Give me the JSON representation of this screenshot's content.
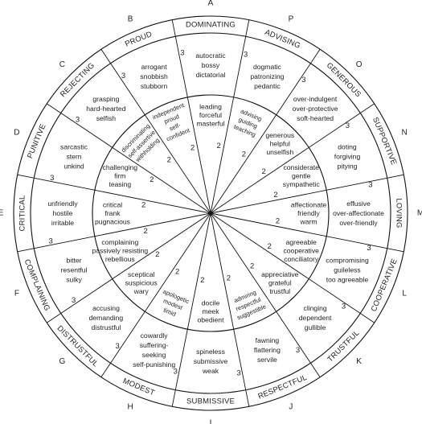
{
  "sectors": [
    {
      "letter": "A",
      "name": "DOMINATING",
      "outer_level": "3",
      "outer": [
        "autocratic",
        "bossy",
        "dictatorial"
      ],
      "inner_level": "2",
      "inner": [
        "leading",
        "forceful",
        "masterful"
      ]
    },
    {
      "letter": "P",
      "name": "ADVISING",
      "outer_level": "3",
      "outer": [
        "dogmatic",
        "patronizing",
        "pedantic"
      ],
      "inner_level": "2",
      "inner": [
        "advising",
        "guiding",
        "teaching"
      ]
    },
    {
      "letter": "O",
      "name": "GENEROUS",
      "outer_level": "3",
      "outer": [
        "over-indulgent",
        "over-protective",
        "soft-hearted"
      ],
      "inner_level": "2",
      "inner": [
        "generous",
        "helpful",
        "unselfish"
      ]
    },
    {
      "letter": "N",
      "name": "SUPPORTIVE",
      "outer_level": "3",
      "outer": [
        "doting",
        "forgiving",
        "pitying"
      ],
      "inner_level": "2",
      "inner": [
        "considerate",
        "gentle",
        "sympathetic"
      ]
    },
    {
      "letter": "M",
      "name": "LOVING",
      "outer_level": "3",
      "outer": [
        "effusive",
        "over-affectionate",
        "over-friendly"
      ],
      "inner_level": "2",
      "inner": [
        "affectionate",
        "friendly",
        "warm"
      ]
    },
    {
      "letter": "L",
      "name": "COOPERATIVE",
      "outer_level": "3",
      "outer": [
        "compromising",
        "guileless",
        "too agreeable"
      ],
      "inner_level": "2",
      "inner": [
        "agreeable",
        "cooperative",
        "conciliatory"
      ]
    },
    {
      "letter": "K",
      "name": "TRUSTFUL",
      "outer_level": "3",
      "outer": [
        "clinging",
        "dependent",
        "gullible"
      ],
      "inner_level": "2",
      "inner": [
        "appreciative",
        "grateful",
        "trustful"
      ]
    },
    {
      "letter": "J",
      "name": "RESPECTFUL",
      "outer_level": "3",
      "outer": [
        "fawning",
        "flattering",
        "servile"
      ],
      "inner_level": "2",
      "inner": [
        "admiring",
        "respectful",
        "suggestible"
      ]
    },
    {
      "letter": "I",
      "name": "SUBMISSIVE",
      "outer_level": "3",
      "outer": [
        "spineless",
        "submissive",
        "weak"
      ],
      "inner_level": "2",
      "inner": [
        "docile",
        "meek",
        "obedient"
      ]
    },
    {
      "letter": "H",
      "name": "MODEST",
      "outer_level": "3",
      "outer": [
        "cowardly",
        "suffering-",
        "seeking",
        "self-punishing"
      ],
      "inner_level": "2",
      "inner": [
        "apologetic",
        "modest",
        "timid"
      ]
    },
    {
      "letter": "G",
      "name": "DISTRUSTFUL",
      "outer_level": "3",
      "outer": [
        "accusing",
        "demanding",
        "distrustful"
      ],
      "inner_level": "2",
      "inner": [
        "sceptical",
        "suspicious",
        "wary"
      ]
    },
    {
      "letter": "F",
      "name": "COMPLAINING",
      "outer_level": "3",
      "outer": [
        "bitter",
        "resentful",
        "sulky"
      ],
      "inner_level": "2",
      "inner": [
        "complaining",
        "passively resisting",
        "rebellious"
      ]
    },
    {
      "letter": "E",
      "name": "CRITICAL",
      "outer_level": "3",
      "outer": [
        "unfriendly",
        "hostile",
        "irritable"
      ],
      "inner_level": "2",
      "inner": [
        "critical",
        "frank",
        "pugnacious"
      ]
    },
    {
      "letter": "D",
      "name": "PUNITIVE",
      "outer_level": "3",
      "outer": [
        "sarcastic",
        "stern",
        "unkind"
      ],
      "inner_level": "2",
      "inner": [
        "challenging",
        "firm",
        "teasing"
      ]
    },
    {
      "letter": "C",
      "name": "REJECTING",
      "outer_level": "3",
      "outer": [
        "grasping",
        "hard-hearted",
        "selfish"
      ],
      "inner_level": "2",
      "inner": [
        "discriminating",
        "self-assertive",
        "withholding"
      ]
    },
    {
      "letter": "B",
      "name": "PROUD",
      "outer_level": "3",
      "outer": [
        "arrogant",
        "snobbish",
        "stubborn"
      ],
      "inner_level": "2",
      "inner": [
        "independent",
        "proud",
        "self-",
        "confident"
      ]
    }
  ]
}
